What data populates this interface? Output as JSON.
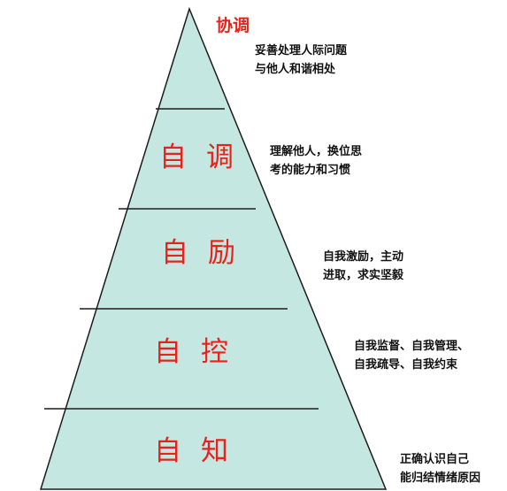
{
  "pyramid": {
    "fill_color": "#c5e7e2",
    "line_color": "#1c1c1c",
    "label_color": "#e8221b",
    "apex": {
      "label": "协调",
      "description": [
        "妥善处理人际问题",
        "与他人和谐相处"
      ]
    },
    "levels": [
      {
        "label": "自调",
        "description": [
          "理解他人，换位思",
          "考的能力和习惯"
        ]
      },
      {
        "label": "自励",
        "description": [
          "自我激励，主动",
          "进取，求实坚毅"
        ]
      },
      {
        "label": "自控",
        "description": [
          "自我监督、自我管理、",
          "自我疏导、自我约束"
        ]
      },
      {
        "label": "自知",
        "description": [
          "正确认识自己",
          "能归结情绪原因"
        ]
      }
    ]
  }
}
